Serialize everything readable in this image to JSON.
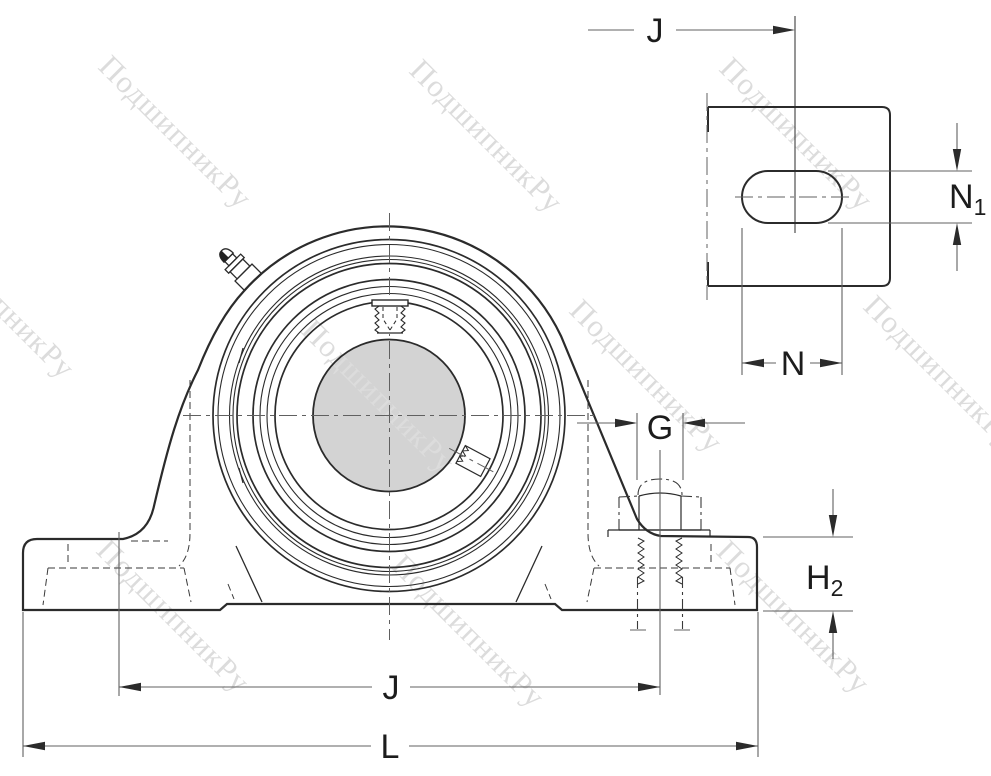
{
  "watermark": {
    "text": "ПодшипникРу",
    "color": "#dcdcdc"
  },
  "colors": {
    "background": "#ffffff",
    "outline": "#2b2b2b",
    "dimension_lines": "#606060",
    "label_text": "#1c1c1c",
    "bore_fill": "#d3d3d3"
  },
  "dimensions": {
    "j_top": {
      "label": "J"
    },
    "n1": {
      "base": "N",
      "sub": "1"
    },
    "n": {
      "label": "N"
    },
    "g": {
      "label": "G"
    },
    "h2": {
      "base": "H",
      "sub": "2"
    },
    "j_bottom": {
      "label": "J"
    },
    "l": {
      "label": "L"
    }
  }
}
